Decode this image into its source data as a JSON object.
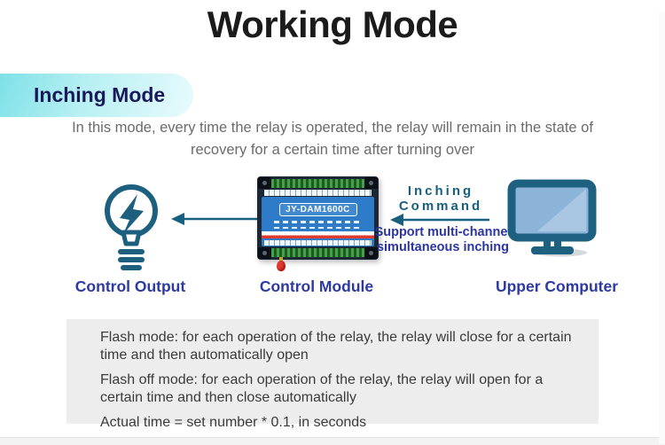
{
  "page": {
    "title": "Working Mode"
  },
  "section": {
    "badge": "Inching Mode",
    "description": "In this mode, every time the relay is operated, the relay will remain in the state of recovery for a certain time after turning over"
  },
  "diagram": {
    "control_output_label": "Control Output",
    "control_module_label": "Control Module",
    "upper_computer_label": "Upper Computer",
    "module_model": "JY-DAM1600C",
    "command_line1": "Inching",
    "command_line2": "Command",
    "support_note": "Support multi-channel simultaneous inching",
    "icons": {
      "left": "lightbulb-bolt-icon",
      "middle": "relay-module-photo",
      "right": "monitor-icon",
      "arrows": "left-arrow-icon"
    }
  },
  "notes": {
    "items": [
      "Flash mode: for each operation of the relay, the relay will close for a certain time and then automatically open",
      "Flash off mode: for each operation of the relay, the relay will open for a certain time and then close automatically",
      "Actual time = set number * 0.1, in seconds"
    ]
  },
  "colors": {
    "accent_teal": "#17607f",
    "accent_indigo": "#2c3aa2",
    "badge_gradient_start": "#7ee1e7",
    "badge_gradient_end": "#e9fbfd",
    "badge_text": "#1a1a5a",
    "panel_blue": "#2e7cc9",
    "device_red": "#e03a2f",
    "terminal_green": "#47a14b",
    "notes_background": "#ededed",
    "description_gray": "#6b6b6b"
  }
}
